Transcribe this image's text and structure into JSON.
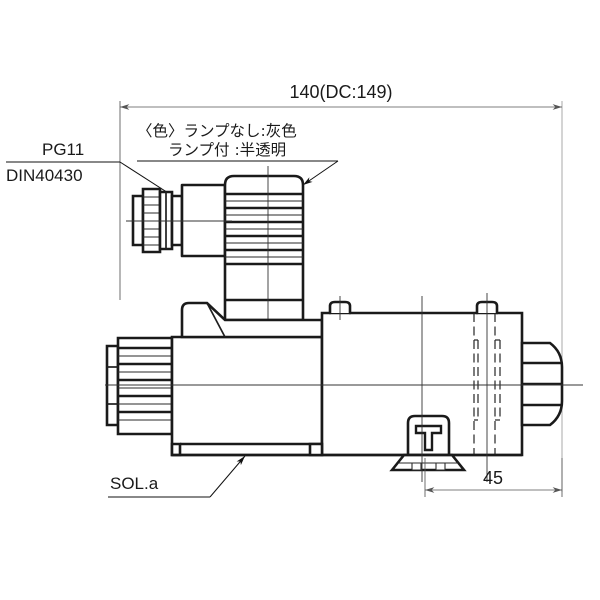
{
  "drawing": {
    "title": "Hydraulic solenoid valve outline drawing",
    "background_color": "#ffffff",
    "line_color": "#1a1a1a"
  },
  "dimensions": {
    "overall_length": {
      "label": "140(DC:149)",
      "name": "overall-length-dimension"
    },
    "port_spacing": {
      "label": "45",
      "name": "port-spacing-dimension"
    }
  },
  "annotations": {
    "connector_thread": {
      "line1": "PG11",
      "line2": "DIN40430"
    },
    "color_note": {
      "line1": "〈色〉ランプなし:灰色",
      "line2": "ランプ付 :半透明"
    },
    "solenoid": {
      "label": "SOL.a"
    }
  }
}
